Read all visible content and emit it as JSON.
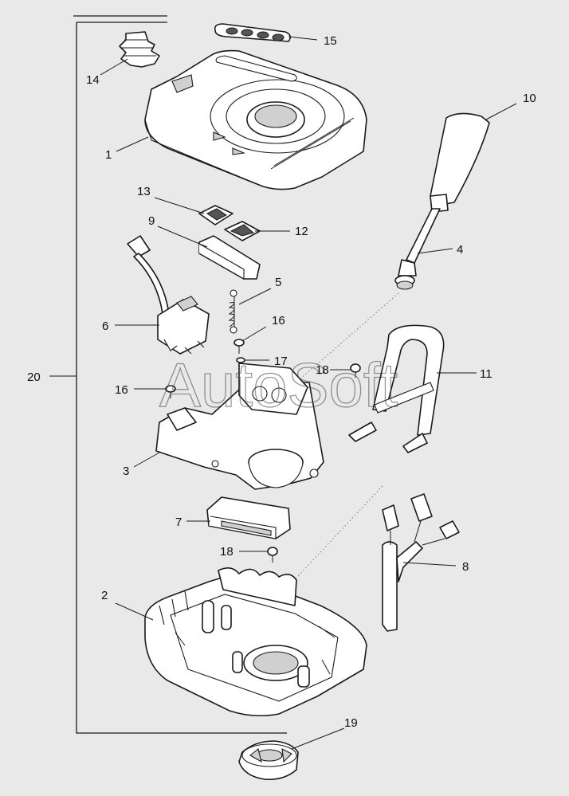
{
  "watermark": "AutoSoft",
  "callouts": {
    "c1": "1",
    "c2": "2",
    "c3": "3",
    "c4": "4",
    "c5": "5",
    "c6": "6",
    "c7": "7",
    "c8": "8",
    "c9": "9",
    "c10": "10",
    "c11": "11",
    "c12": "12",
    "c13": "13",
    "c14": "14",
    "c15": "15",
    "c16a": "16",
    "c16b": "16",
    "c17": "17",
    "c18a": "18",
    "c18b": "18",
    "c19": "19",
    "c20": "20"
  }
}
